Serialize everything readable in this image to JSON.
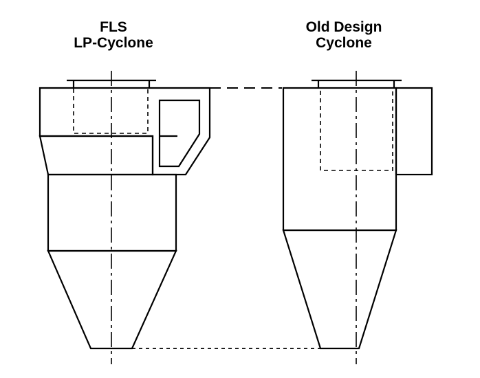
{
  "diagram": {
    "left_title": [
      "FLS",
      "LP-Cyclone"
    ],
    "right_title": [
      "Old Design",
      "Cyclone"
    ],
    "colors": {
      "line": "#000000",
      "background": "#ffffff"
    }
  }
}
